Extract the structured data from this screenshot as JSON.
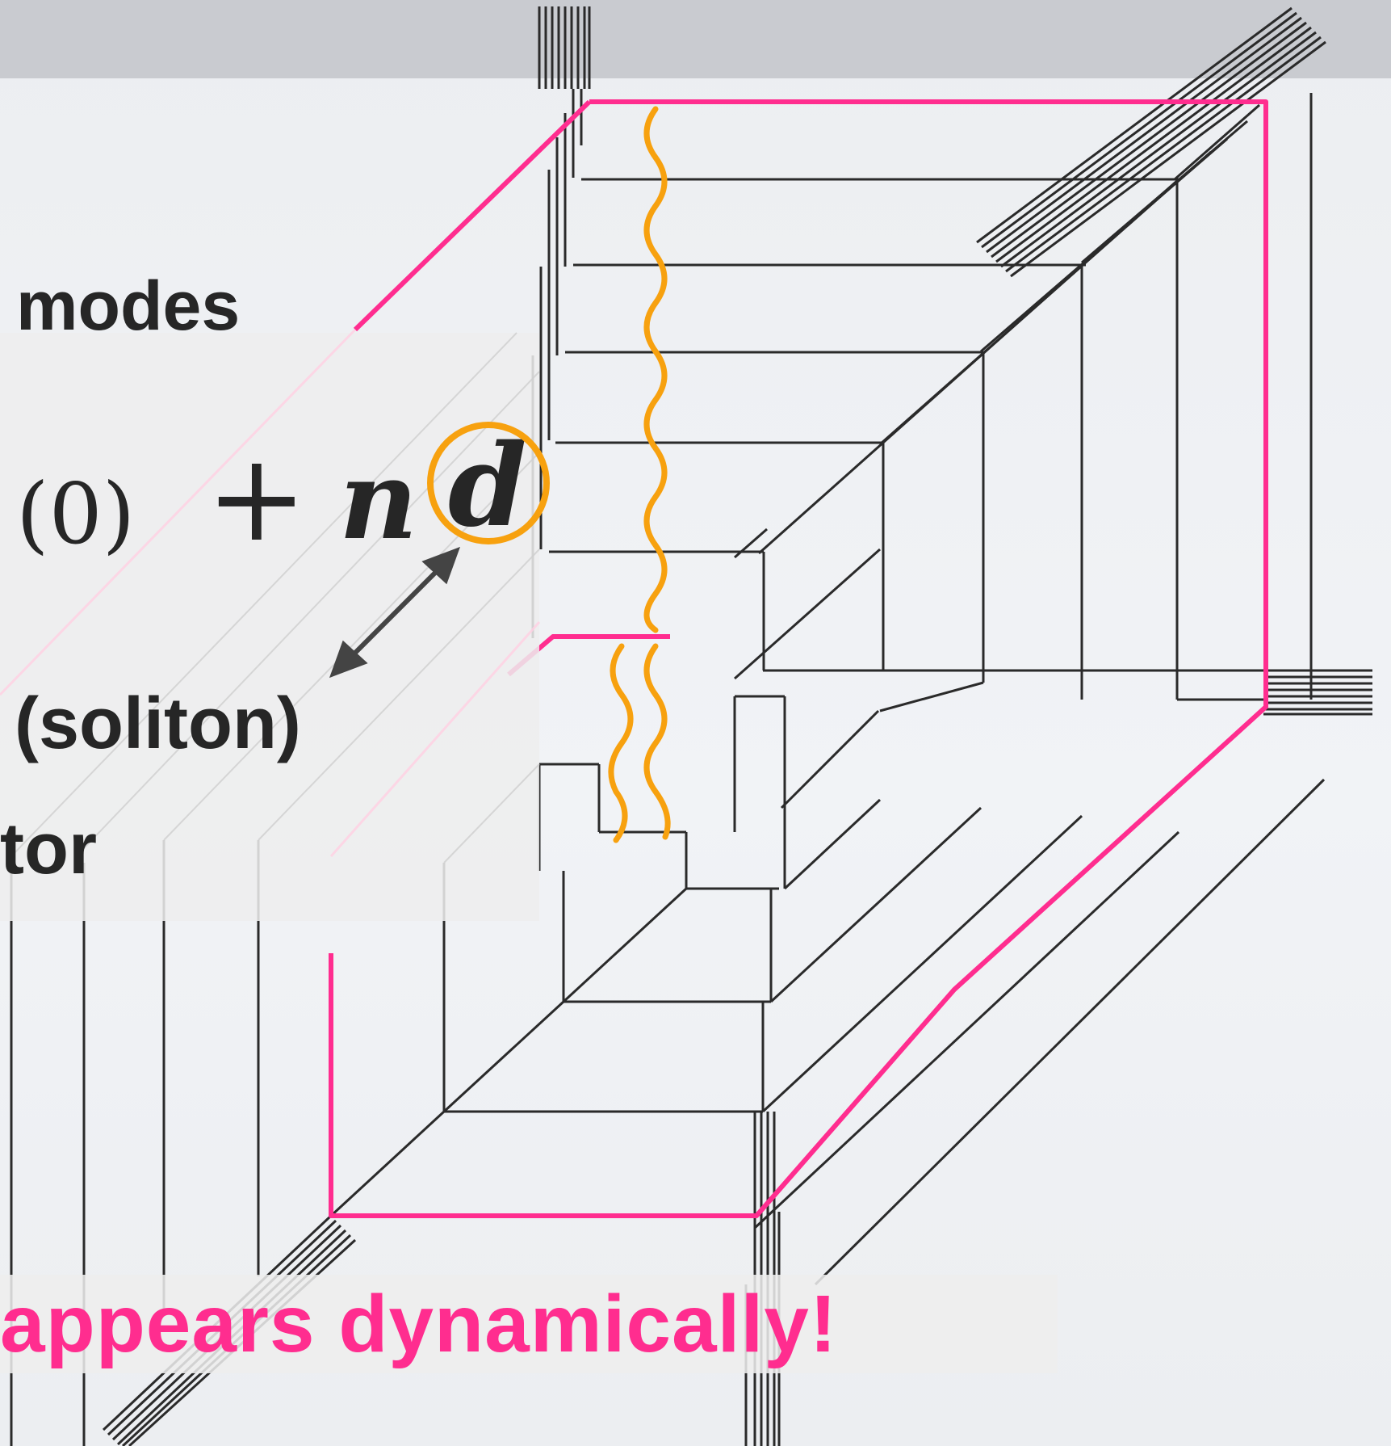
{
  "text": {
    "modes": "modes",
    "soliton": "(soliton)",
    "tor": "tor",
    "appears": "appears dynamically!"
  },
  "formula": {
    "subscript": "(0)",
    "plus": "+",
    "n": "n",
    "d": "d"
  },
  "colors": {
    "brane_outline": "#ff2d8f",
    "string": "#f7a10f",
    "grid_line": "#2a2a2a",
    "accent_text": "#ff2d8f",
    "background": "#eef0f3",
    "top_bar": "#c9cbd0"
  }
}
